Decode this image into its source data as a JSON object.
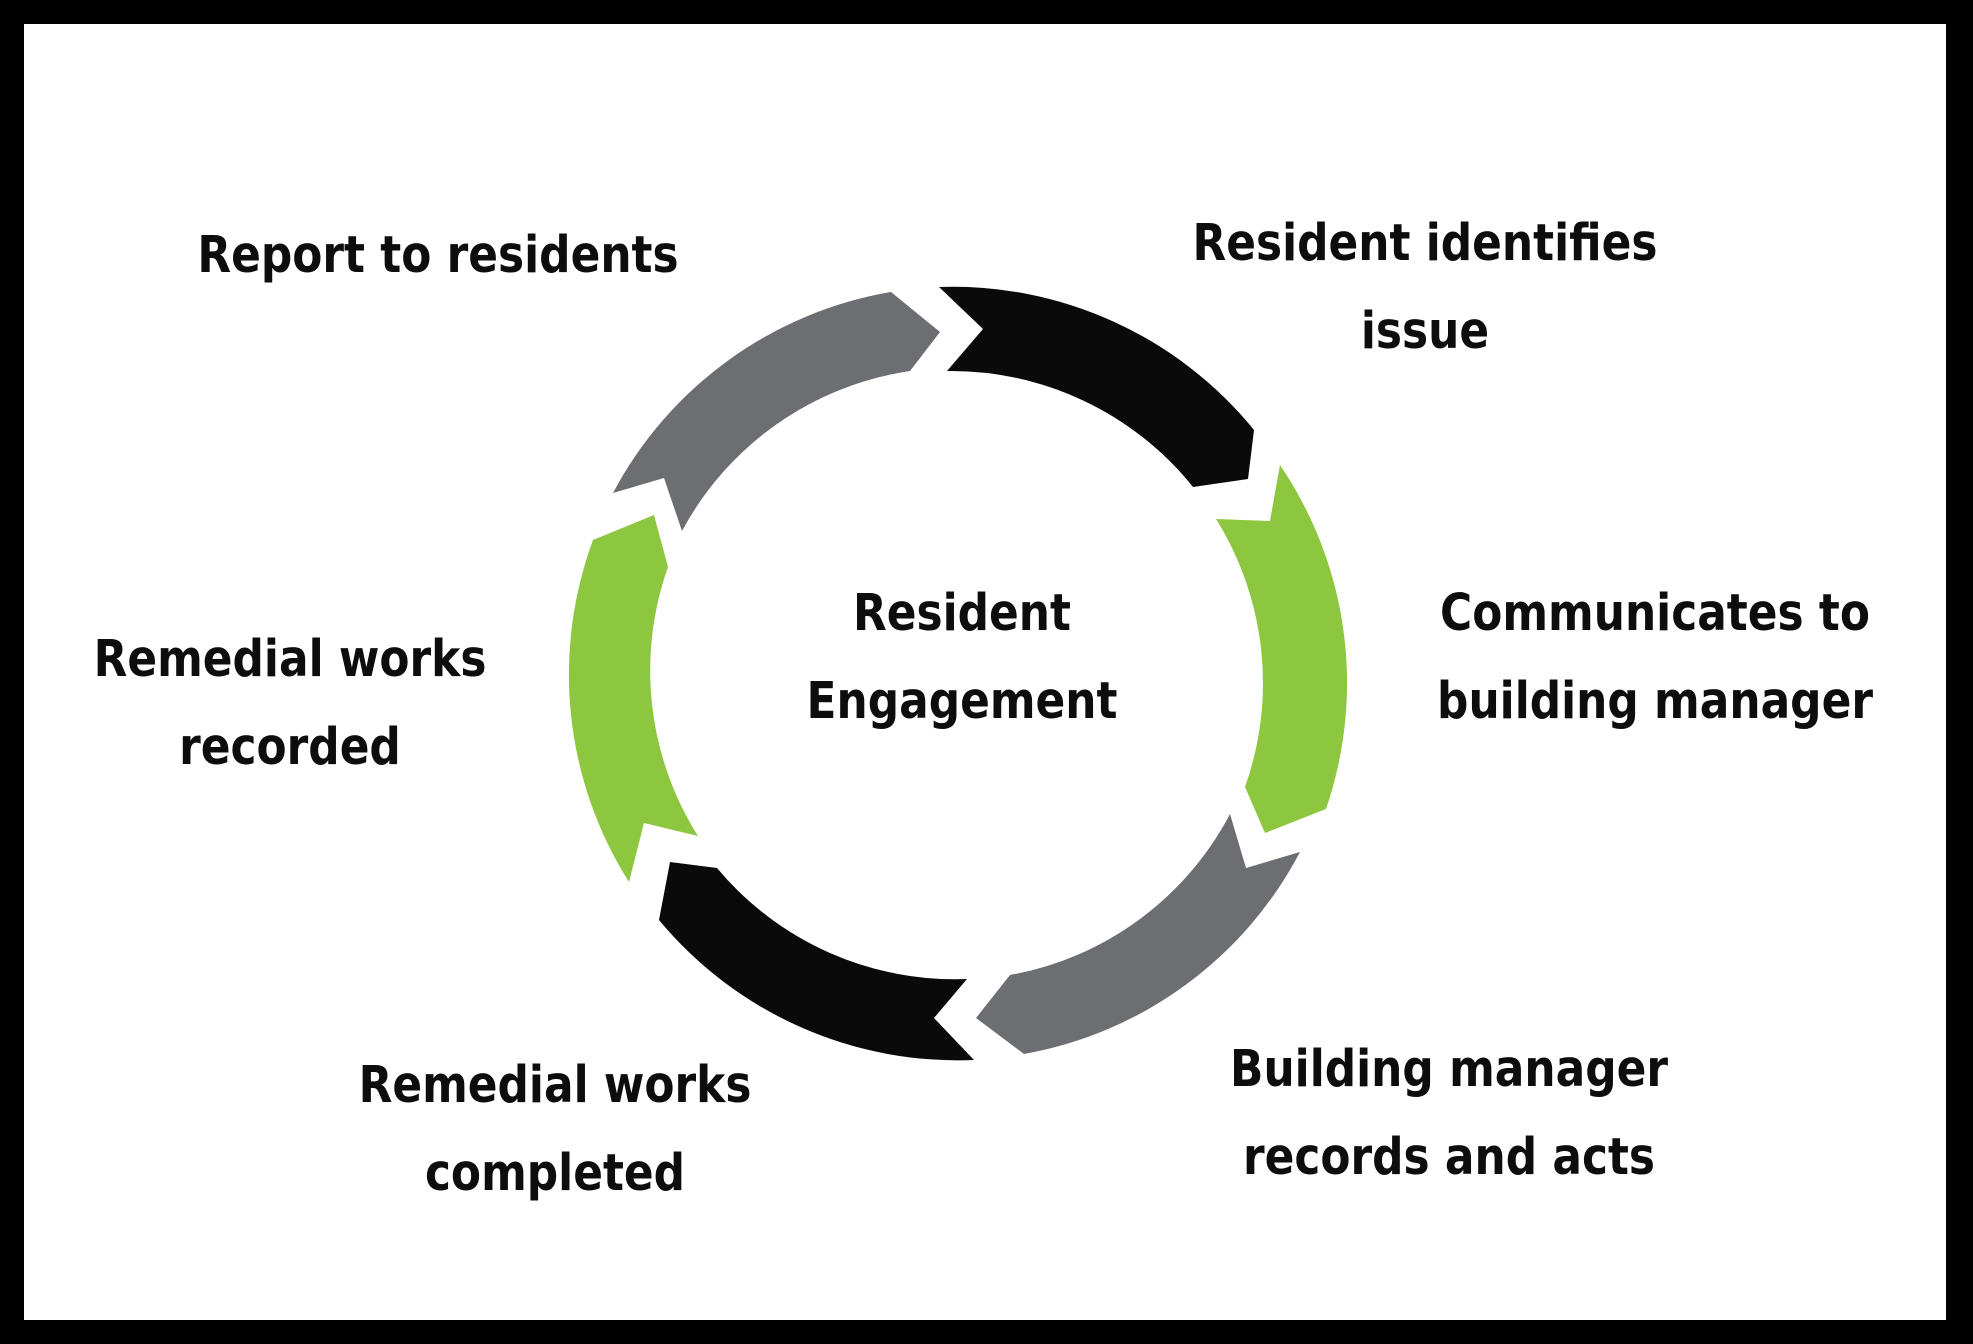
{
  "diagram": {
    "center_label": [
      "Resident",
      "Engagement"
    ],
    "steps": [
      {
        "id": "resident-identifies-issue",
        "lines": [
          "Resident identifies",
          "issue"
        ],
        "color": "#0a0a0a"
      },
      {
        "id": "communicates-to-building-manager",
        "lines": [
          "Communicates to",
          "building manager"
        ],
        "color": "#8dc63f"
      },
      {
        "id": "building-manager-records-and-acts",
        "lines": [
          "Building manager",
          "records and acts"
        ],
        "color": "#6d6e71"
      },
      {
        "id": "remedial-works-completed",
        "lines": [
          "Remedial works",
          "completed"
        ],
        "color": "#0a0a0a"
      },
      {
        "id": "remedial-works-recorded",
        "lines": [
          "Remedial works",
          "recorded"
        ],
        "color": "#8dc63f"
      },
      {
        "id": "report-to-residents",
        "lines": [
          "Report to residents"
        ],
        "color": "#6d6e71"
      }
    ]
  },
  "colors": {
    "frame_border": "#000000",
    "background": "#ffffff",
    "text": "#0d0d0d"
  }
}
